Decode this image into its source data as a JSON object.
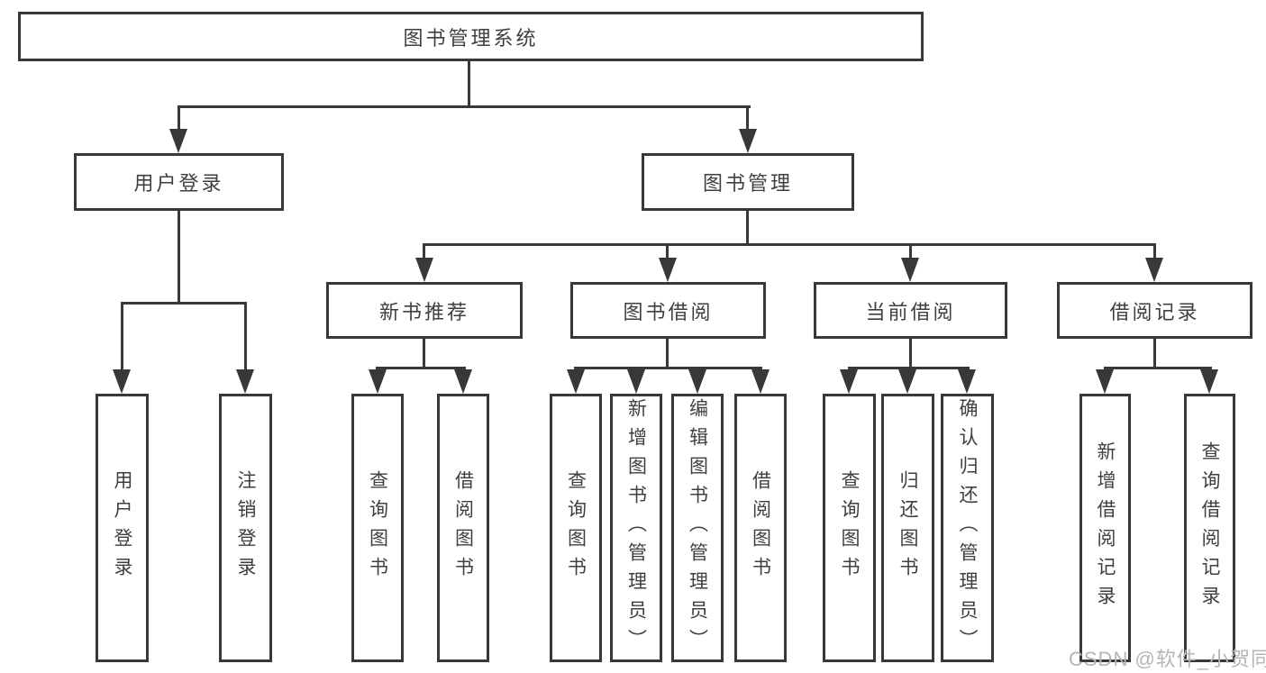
{
  "tree": {
    "root": {
      "label": "图书管理系统"
    },
    "level2": {
      "user_login": {
        "label": "用户登录"
      },
      "book_mgmt": {
        "label": "图书管理"
      }
    },
    "level3": {
      "new_book_rec": {
        "label": "新书推荐"
      },
      "book_borrow": {
        "label": "图书借阅"
      },
      "current_borrow": {
        "label": "当前借阅"
      },
      "borrow_records": {
        "label": "借阅记录"
      }
    },
    "leaves": {
      "user_login": [
        "用户登录",
        "注销登录"
      ],
      "new_book_rec": [
        "查询图书",
        "借阅图书"
      ],
      "book_borrow": [
        "查询图书",
        "新增图书（管理员）",
        "编辑图书（管理员）",
        "借阅图书"
      ],
      "current_borrow": [
        "查询图书",
        "归还图书",
        "确认归还（管理员）"
      ],
      "borrow_records": [
        "新增借阅记录",
        "查询借阅记录"
      ]
    }
  },
  "watermark": {
    "text": "CSDN @软件_小贺同学"
  },
  "colors": {
    "line": "#383838",
    "text": "#3f3f3f",
    "watermark": "#b2b6bb",
    "background": "#ffffff"
  }
}
